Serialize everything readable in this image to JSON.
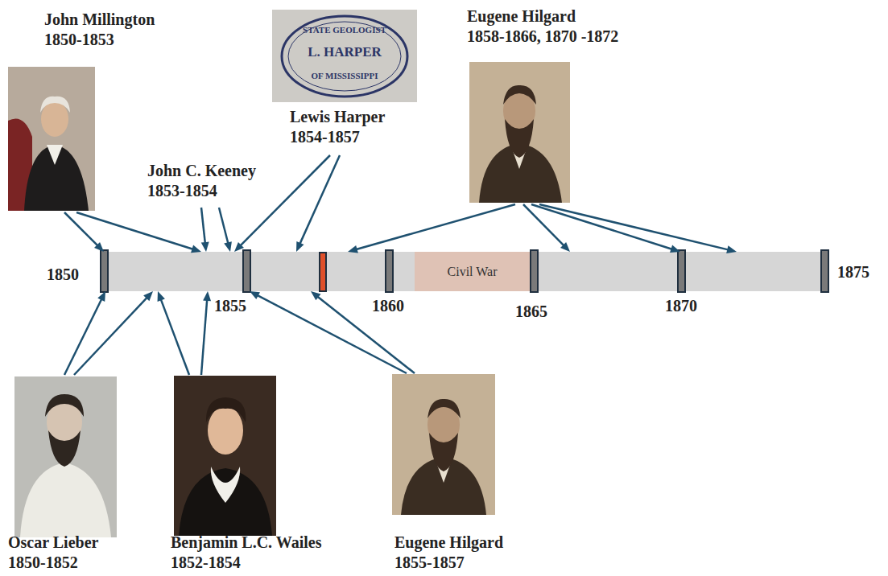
{
  "diagram": {
    "nodes": [
      {
        "text": [
          "John Millington",
          "1850-1853"
        ]
      },
      {
        "text": [
          "John C. Keeney",
          "1853-1854"
        ]
      },
      {
        "text": [
          "Lewis Harper",
          "1854-1857"
        ]
      },
      {
        "text": [
          "Eugene Hilgard",
          "1858-1866, 1870 -1872"
        ]
      },
      {
        "text": [
          "1850",
          "1875"
        ]
      },
      {
        "text": [
          "Civil War"
        ],
        "in": 4
      },
      {
        "text": [
          "Oscar Lieber",
          "1850-1852"
        ]
      },
      {
        "text": [
          "Benjamin L.C. Wailes",
          "1852-1854"
        ]
      },
      {
        "text": [
          "Eugene Hilgard",
          "1855-1857"
        ]
      }
    ],
    "edges": [
      {
        "from": 0,
        "to": 4,
        "arrow": "to"
      },
      {
        "from": 0,
        "to": 4,
        "arrow": "to"
      },
      {
        "from": 1,
        "to": 4,
        "arrow": "to"
      },
      {
        "from": 1,
        "to": 4,
        "arrow": "to"
      },
      {
        "from": 2,
        "to": 4,
        "arrow": "to"
      },
      {
        "from": 2,
        "to": 4,
        "arrow": "to"
      },
      {
        "from": 3,
        "to": 4,
        "arrow": "to"
      },
      {
        "from": 3,
        "to": 4,
        "arrow": "to"
      },
      {
        "from": 3,
        "to": 4,
        "arrow": "to"
      },
      {
        "from": 3,
        "to": 4,
        "arrow": "to"
      },
      {
        "from": 6,
        "to": 4,
        "arrow": "to"
      },
      {
        "from": 6,
        "to": 4,
        "arrow": "to"
      },
      {
        "from": 7,
        "to": 4,
        "arrow": "to"
      },
      {
        "from": 7,
        "to": 4,
        "arrow": "to"
      },
      {
        "from": 8,
        "to": 4,
        "arrow": "to"
      },
      {
        "from": 8,
        "to": 4,
        "arrow": "to"
      }
    ],
    "labels": [
      "STATE GEOLOGIST",
      "L. HARPER",
      "OF MISSISSIPPI",
      "1855",
      "1860",
      "1865",
      "1870"
    ]
  }
}
